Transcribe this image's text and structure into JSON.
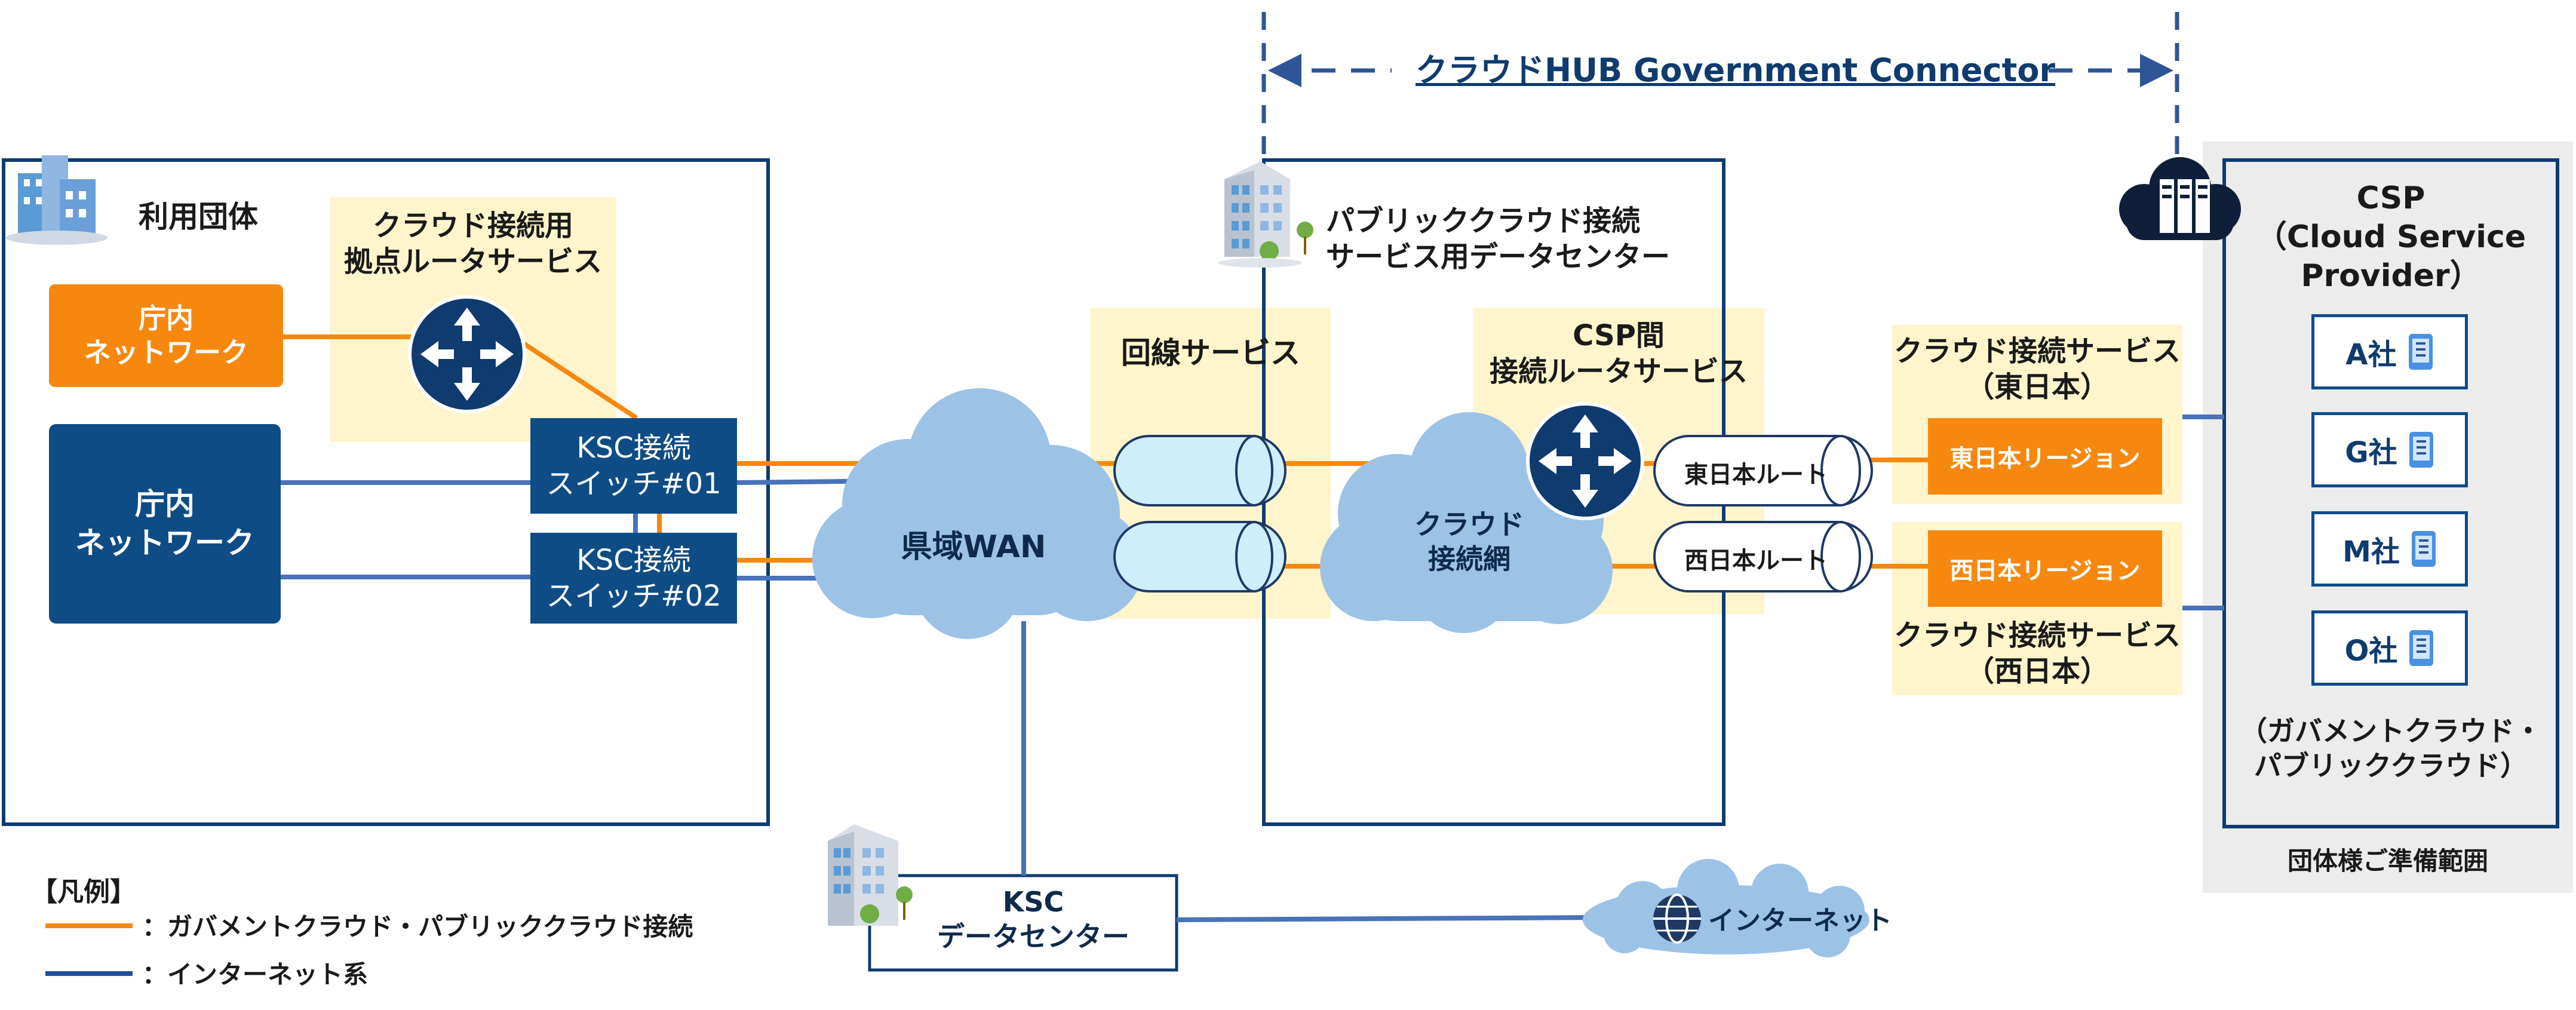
{
  "header": {
    "connector_label": "クラウドHUB Government Connector"
  },
  "user_org": {
    "title": "利用団体",
    "router_service": "クラウド接続用\n拠点ルータサービス",
    "network_internal_1": "庁内\nネットワーク",
    "network_internal_2": "庁内\nネットワーク",
    "switch_1": "KSC接続\nスイッチ#01",
    "switch_2": "KSC接続\nスイッチ#02"
  },
  "wan": {
    "label": "県域WAN"
  },
  "line_service": {
    "label": "回線サービス"
  },
  "datacenter": {
    "title": "パブリッククラウド接続\nサービス用データセンター",
    "csp_router_service": "CSP間\n接続ルータサービス",
    "cloud_network": "クラウド\n接続網",
    "east_route": "東日本ルート",
    "west_route": "西日本ルート"
  },
  "cloud_services": {
    "east_title": "クラウド接続サービス\n（東日本）",
    "east_region": "東日本リージョン",
    "west_region": "西日本リージョン",
    "west_title": "クラウド接続サービス\n（西日本）"
  },
  "csp": {
    "title": "CSP\n（Cloud Service\nProvider）",
    "companies": [
      "A社",
      "G社",
      "M社",
      "O社"
    ],
    "note": "（ガバメントクラウド・\nパブリッククラウド）",
    "scope_label": "団体様ご準備範囲"
  },
  "ksc_dc": {
    "label": "KSC\nデータセンター"
  },
  "internet": {
    "label": "インターネット"
  },
  "legend": {
    "title": "【凡例】",
    "orange_label": "：ガバメントクラウド・パブリッククラウド接続",
    "blue_label": "：インターネット系"
  },
  "colors": {
    "orange": "#f7880f",
    "navy": "#0f4c86",
    "blue_line": "#4a72b8",
    "cloud": "#9cc3e6",
    "yellow_bg": "#fff5cc",
    "gray_bg": "#ececec"
  },
  "icons": [
    "building-icon",
    "router-icon",
    "cloud-server-icon",
    "mobile-device-icon",
    "globe-icon",
    "tube-link-icon"
  ]
}
